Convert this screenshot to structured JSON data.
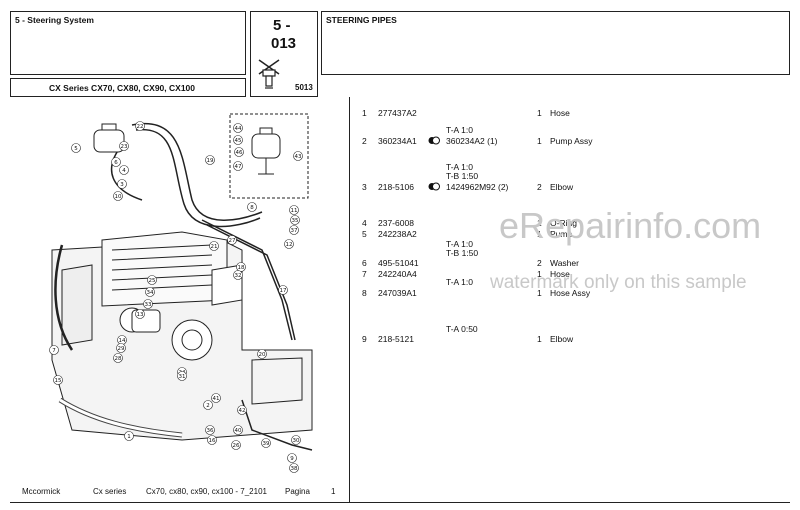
{
  "header": {
    "section_title": "5 - Steering System",
    "page_code_line1": "5 -",
    "page_code_line2": "013",
    "page_ref": "5013",
    "series": "CX Series  CX70, CX80, CX90, CX100",
    "group_title": "STEERING PIPES"
  },
  "parts": [
    {
      "ref": "1",
      "part_no": "277437A2",
      "alt": "",
      "qty": "1",
      "desc": "Hose",
      "notes": []
    },
    {
      "ref": "2",
      "part_no": "360234A1",
      "alt": "360234A2  (1)",
      "qty": "1",
      "desc": "Pump Assy",
      "notes": [
        "T-A 1:0"
      ]
    },
    {
      "ref": "3",
      "part_no": "218-5106",
      "alt": "1424962M92  (2)",
      "qty": "2",
      "desc": "Elbow",
      "notes": [
        "T-A 1:0",
        "T-B 1:50"
      ]
    },
    {
      "ref": "4",
      "part_no": "237-6008",
      "alt": "",
      "qty": "1",
      "desc": "O-Ring",
      "notes": []
    },
    {
      "ref": "5",
      "part_no": "242238A2",
      "alt": "",
      "qty": "1",
      "desc": "Pump",
      "notes": []
    },
    {
      "ref": "6",
      "part_no": "495-51041",
      "alt": "",
      "qty": "2",
      "desc": "Washer",
      "notes": [
        "T-A 1:0",
        "T-B 1:50"
      ]
    },
    {
      "ref": "7",
      "part_no": "242240A4",
      "alt": "",
      "qty": "1",
      "desc": "Hose",
      "notes": []
    },
    {
      "ref": "8",
      "part_no": "247039A1",
      "alt": "",
      "qty": "1",
      "desc": "Hose Assy",
      "notes": [
        "T-A 1:0"
      ]
    },
    {
      "ref": "9",
      "part_no": "218-5121",
      "alt": "",
      "qty": "1",
      "desc": "Elbow",
      "notes": [
        "T-A 0:50"
      ]
    }
  ],
  "footer": {
    "brand": "Mccormick",
    "series": "Cx series",
    "models": "Cx70, cx80, cx90, cx100 - 7_2101",
    "page_label": "Pagina",
    "page_number": "1"
  },
  "watermark": {
    "brand": "eRepairinfo.com",
    "note": "watermark only on this sample"
  },
  "diagram_callouts": [
    "1",
    "2",
    "3",
    "4",
    "5",
    "6",
    "7",
    "8",
    "9",
    "10",
    "11",
    "12",
    "13",
    "14",
    "15",
    "16",
    "17",
    "18",
    "19",
    "20",
    "21",
    "22",
    "23",
    "24",
    "25",
    "26",
    "27",
    "28",
    "29",
    "30",
    "31",
    "32",
    "33",
    "34",
    "35",
    "36",
    "37",
    "38",
    "39",
    "40",
    "41",
    "42",
    "43",
    "44",
    "45",
    "46",
    "47"
  ],
  "colors": {
    "line": "#222222",
    "watermark": "#c8c8c8"
  }
}
